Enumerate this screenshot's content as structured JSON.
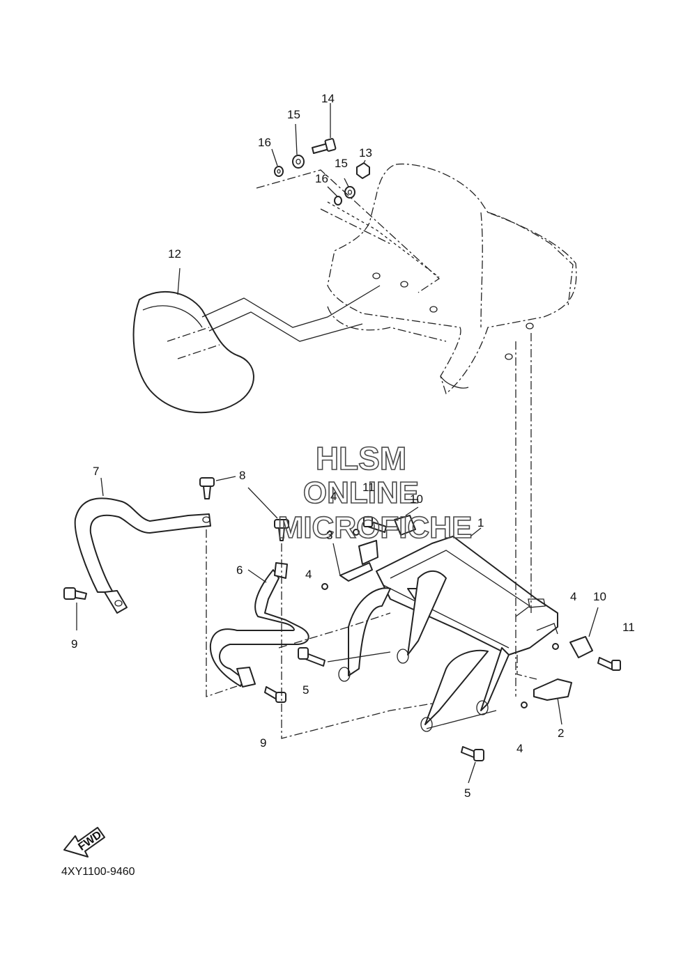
{
  "watermark": {
    "line1": "HLSM",
    "line2": "ONLINE",
    "line3": "MICROFICHE"
  },
  "callouts": {
    "c1": "1",
    "c2": "2",
    "c3": "3",
    "c4a": "4",
    "c4b": "4",
    "c4c": "4",
    "c4d": "4",
    "c5a": "5",
    "c5b": "5",
    "c6": "6",
    "c7": "7",
    "c8": "8",
    "c9a": "9",
    "c9b": "9",
    "c10a": "10",
    "c10b": "10",
    "c11a": "11",
    "c11b": "11",
    "c12": "12",
    "c13": "13",
    "c14": "14",
    "c15a": "15",
    "c15b": "15",
    "c16a": "16",
    "c16b": "16"
  },
  "fwd_label": "FWD",
  "diagram_code": "4XY1100-9460"
}
